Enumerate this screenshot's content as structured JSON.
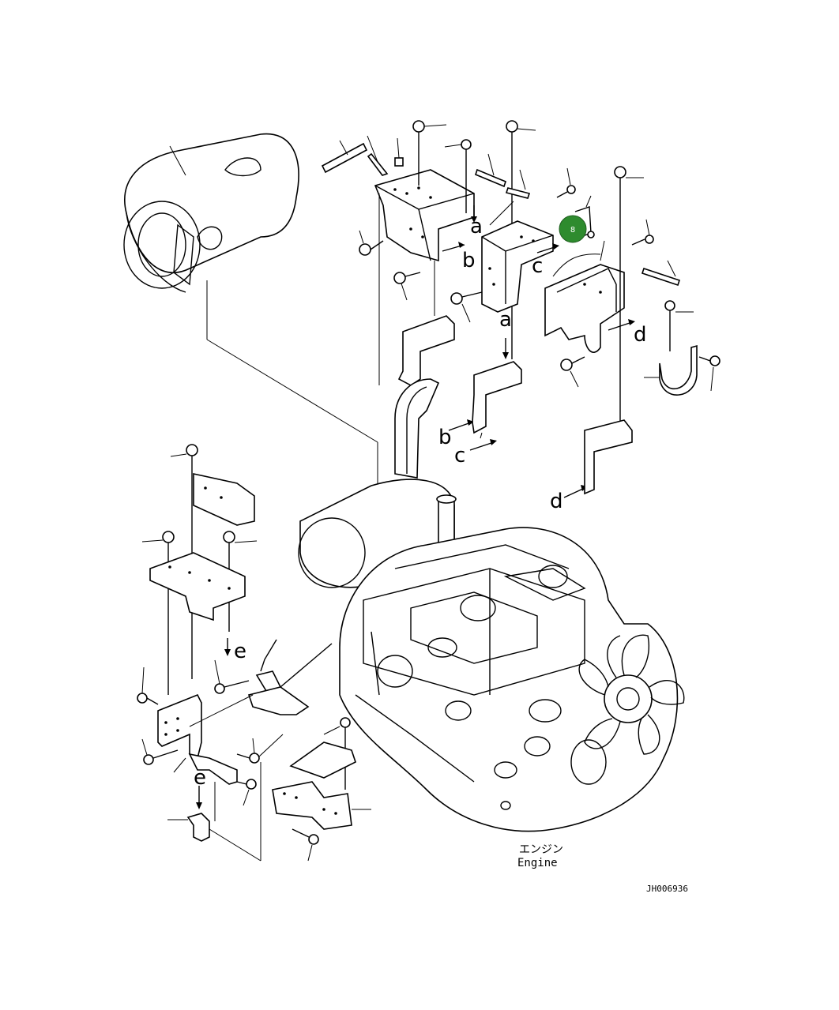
{
  "diagram": {
    "hotspot_label": "8",
    "hotspot_color": "#2e8b2e",
    "engine_label_jp": "エンジン",
    "engine_label_en": "Engine",
    "drawing_code": "JH006936",
    "ref_a": "a",
    "ref_b": "b",
    "ref_c": "c",
    "ref_d": "d",
    "ref_e": "e"
  }
}
